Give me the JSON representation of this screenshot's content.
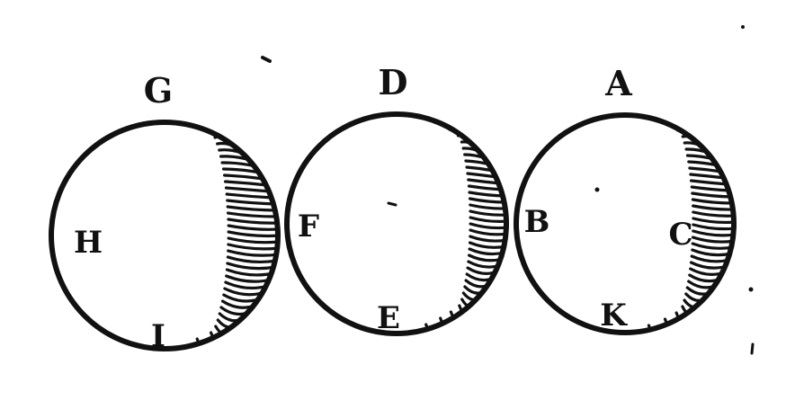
{
  "figure": {
    "ink_color": "#111111",
    "paper_color": "#ffffff",
    "circles": [
      {
        "id": "left",
        "labels": {
          "top": "G",
          "left": "H",
          "bottom": "I"
        }
      },
      {
        "id": "middle",
        "labels": {
          "top": "D",
          "left": "F",
          "bottom": "E"
        }
      },
      {
        "id": "right",
        "labels": {
          "top": "A",
          "left": "B",
          "right": "C",
          "bottom": "K"
        }
      }
    ]
  }
}
